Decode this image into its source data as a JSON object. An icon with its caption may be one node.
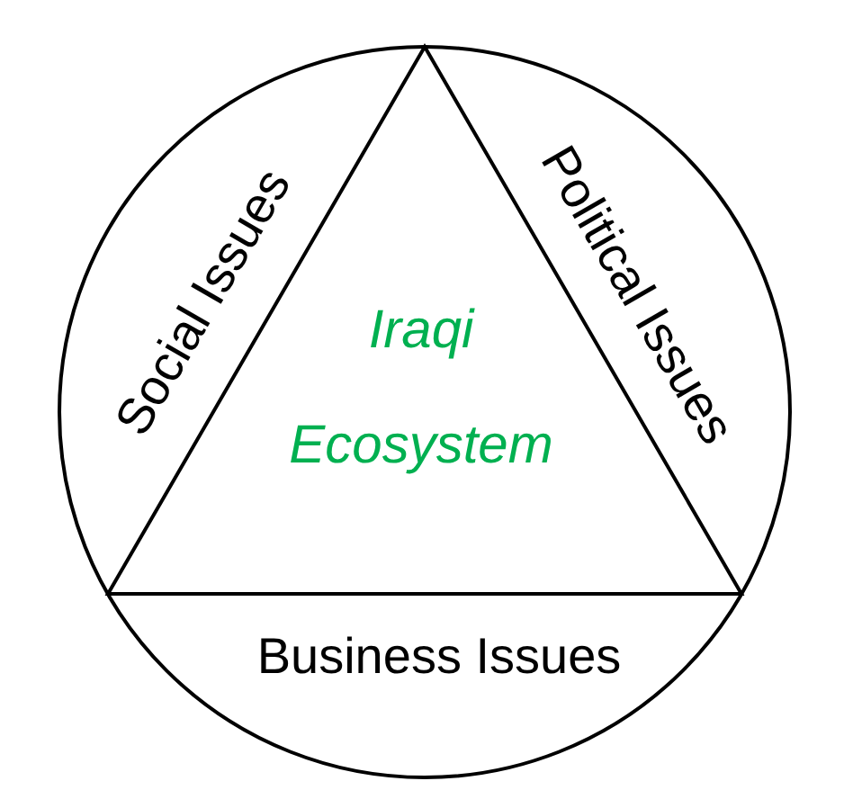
{
  "diagram": {
    "nodes": [
      {
        "text": [
          "Social Issues",
          "Political Issues",
          "Business Issues"
        ]
      },
      {
        "text": [
          "Iraqi Ecosystem"
        ],
        "in": 0
      }
    ]
  }
}
